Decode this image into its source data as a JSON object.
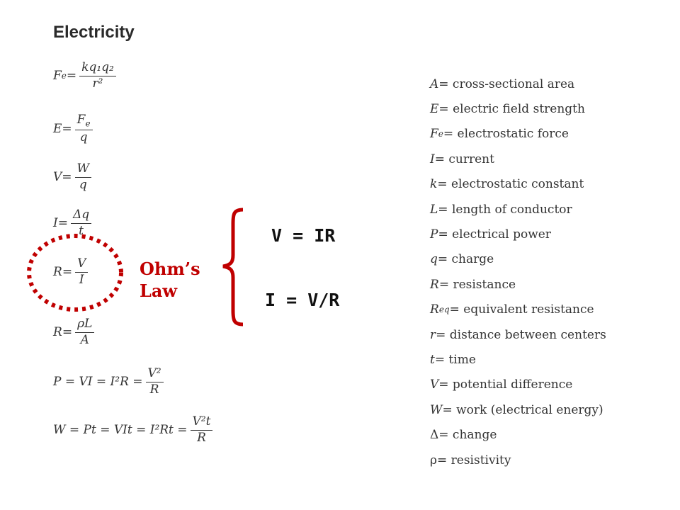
{
  "heading": "Electricity",
  "formulas": {
    "coulomb": {
      "lhs": "F",
      "lhs_sub": "e",
      "eq": " = ",
      "num": "kq₁q₂",
      "den": "r²"
    },
    "field": {
      "lhs": "E",
      "eq": " = ",
      "num_main": "F",
      "num_sub": "e",
      "den": "q"
    },
    "voltage": {
      "lhs": "V",
      "eq": " = ",
      "num": "W",
      "den": "q"
    },
    "current": {
      "lhs": "I",
      "eq": " = ",
      "num": "Δq",
      "den": "t"
    },
    "ohm": {
      "lhs": "R",
      "eq": " = ",
      "num": "V",
      "den": "I"
    },
    "resistivity": {
      "lhs": "R",
      "eq": " = ",
      "num": "ρL",
      "den": "A"
    },
    "power": {
      "text": "P = VI = I²R = ",
      "num": "V²",
      "den": "R"
    },
    "work": {
      "text": "W = Pt = VIt = I²Rt = ",
      "num": "V²t",
      "den": "R"
    }
  },
  "legend": [
    {
      "sym": "A",
      "desc": " = cross-sectional area"
    },
    {
      "sym": "E",
      "desc": " = electric field strength"
    },
    {
      "sym": "F",
      "sub": "e",
      "desc": " = electrostatic force"
    },
    {
      "sym": "I",
      "desc": " = current"
    },
    {
      "sym": "k",
      "desc": " = electrostatic constant"
    },
    {
      "sym": "L",
      "desc": " = length of conductor"
    },
    {
      "sym": "P",
      "desc": " = electrical power"
    },
    {
      "sym": "q",
      "desc": " = charge"
    },
    {
      "sym": "R",
      "desc": " = resistance"
    },
    {
      "sym": "R",
      "sub": "eq",
      "desc": "= equivalent resistance"
    },
    {
      "sym": "r",
      "desc": " = distance between centers"
    },
    {
      "sym": "t",
      "desc": " = time"
    },
    {
      "sym": "V",
      "desc": " = potential difference"
    },
    {
      "sym": "W",
      "desc": " = work (electrical energy)"
    },
    {
      "sym": "Δ",
      "desc": " = change"
    },
    {
      "sym": "ρ",
      "desc": " = resistivity"
    }
  ],
  "annotation": {
    "label_line1": "Ohm’s",
    "label_line2": "Law",
    "eq1": "V = IR",
    "eq2": "I = V/R",
    "color": "#c00000"
  }
}
